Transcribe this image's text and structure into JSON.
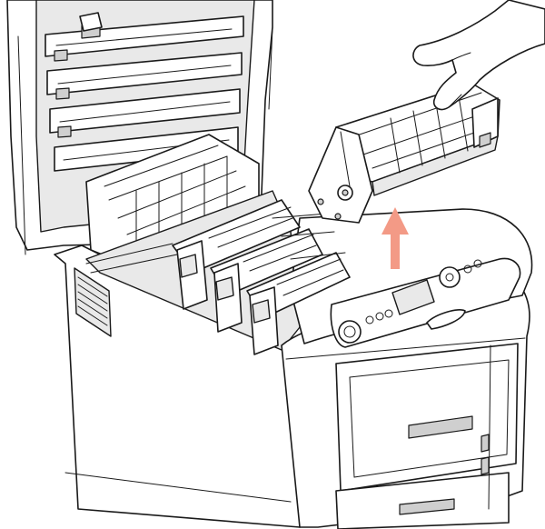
{
  "figure": {
    "arrow_color": "#f39a86",
    "line_color": "#1a1a1a",
    "background": "#ffffff",
    "icons": [
      "printer-illustration",
      "hand-icon",
      "image-drum-cartridge",
      "lift-up-arrow-icon",
      "control-panel",
      "lcd-display"
    ]
  }
}
